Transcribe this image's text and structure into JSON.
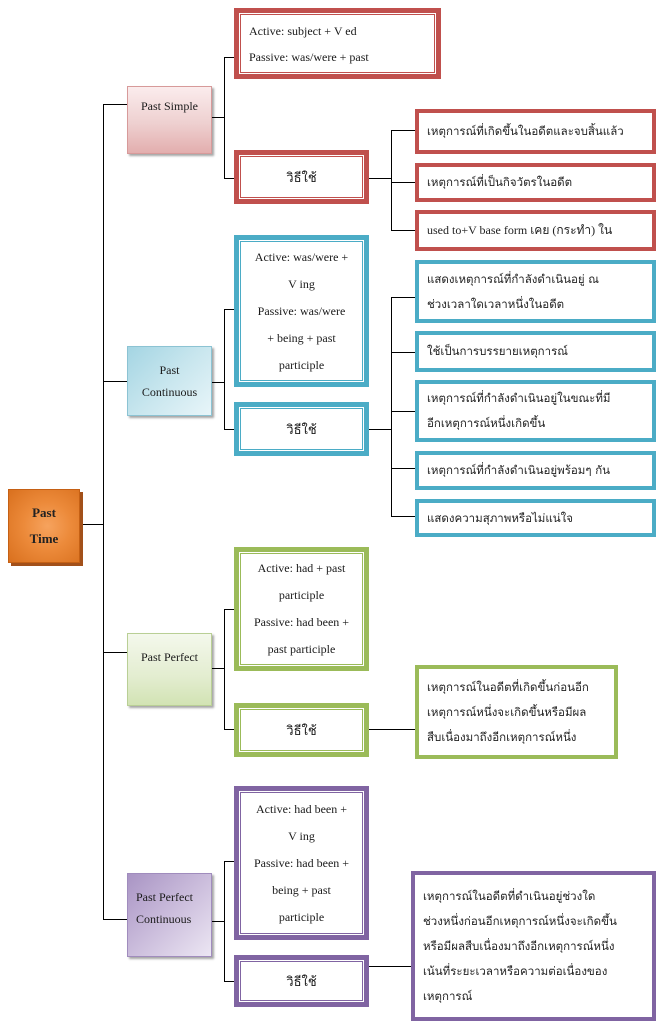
{
  "root": {
    "line1": "Past",
    "line2": "Time",
    "color": "#e8863a"
  },
  "tenses": [
    {
      "name": "Past Simple",
      "label_lines": [
        "Past Simple"
      ],
      "color": "#c0504d",
      "formula_lines": [
        "Active: subject +     V ed",
        "Passive: was/were + past"
      ],
      "usage_label": "วิธีใช้",
      "usages": [
        "เหตุการณ์ที่เกิดขึ้นในอดีตและจบสิ้นแล้ว",
        "เหตุการณ์ที่เป็นกิจวัตรในอดีต",
        "used to+V base form เคย (กระทำ) ใน"
      ]
    },
    {
      "name": "Past Continuous",
      "label_lines": [
        "Past",
        "Continuous"
      ],
      "color": "#4bacc6",
      "formula_lines": [
        "Active:  was/were +",
        "V ing",
        "Passive:  was/were",
        "+ being + past",
        "participle"
      ],
      "usage_label": "วิธีใช้",
      "usages": [
        [
          "แสดงเหตุการณ์ที่กำลังดำเนินอยู่ ณ",
          "ช่วงเวลาใดเวลาหนึ่งในอดีต"
        ],
        [
          "ใช้เป็นการบรรยายเหตุการณ์"
        ],
        [
          "เหตุการณ์ที่กำลังดำเนินอยู่ในขณะที่มี",
          "อีกเหตุการณ์หนึ่งเกิดขึ้น"
        ],
        [
          "เหตุการณ์ที่กำลังดำเนินอยู่พร้อมๆ กัน"
        ],
        [
          "แสดงความสุภาพหรือไม่แน่ใจ"
        ]
      ]
    },
    {
      "name": "Past Perfect",
      "label_lines": [
        "Past Perfect"
      ],
      "color": "#9bbb59",
      "formula_lines": [
        "Active:  had + past",
        "participle",
        "Passive:  had been +",
        "past participle"
      ],
      "usage_label": "วิธีใช้",
      "usages": [
        [
          "เหตุการณ์ในอดีตที่เกิดขึ้นก่อนอีก",
          "เหตุการณ์หนึ่งจะเกิดขึ้นหรือมีผล",
          "สืบเนื่องมาถึงอีกเหตุการณ์หนึ่ง"
        ]
      ]
    },
    {
      "name": "Past Perfect Continuous",
      "label_lines": [
        "Past Perfect",
        "Continuous"
      ],
      "color": "#8064a2",
      "formula_lines": [
        "Active:  had been +",
        "V ing",
        "Passive:  had been +",
        "being + past",
        "participle"
      ],
      "usage_label": "วิธีใช้",
      "usages": [
        [
          "เหตุการณ์ในอดีตที่ดำเนินอยู่ช่วงใด",
          "ช่วงหนึ่งก่อนอีกเหตุการณ์หนึ่งจะเกิดขึ้น",
          "หรือมีผลสืบเนื่องมาถึงอีกเหตุการณ์หนึ่ง",
          "เน้นที่ระยะเวลาหรือความต่อเนื่องของ",
          "เหตุการณ์"
        ]
      ]
    }
  ]
}
